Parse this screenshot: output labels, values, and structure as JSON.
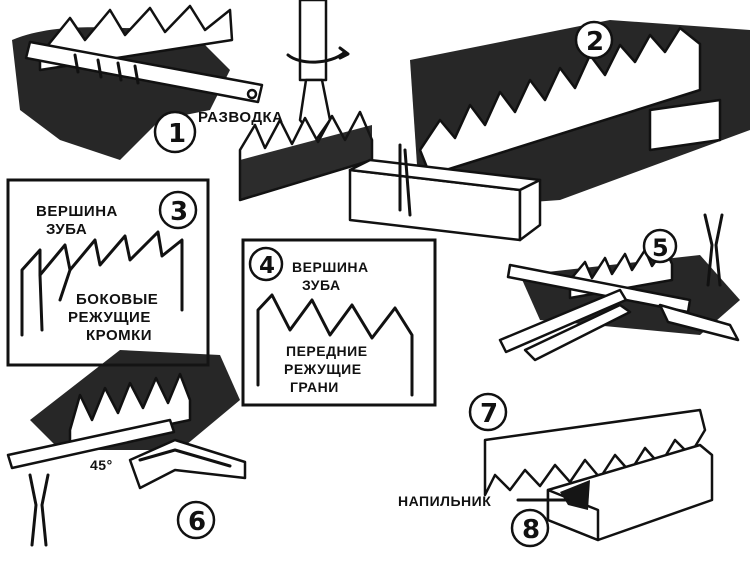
{
  "figure": {
    "labels": {
      "razvodka": "РАЗВОДКА",
      "vershina_1": "ВЕРШИНА",
      "zuba_1": "ЗУБА",
      "bokovye": "БОКОВЫЕ",
      "rezhushchie_1": "РЕЖУЩИЕ",
      "kromki": "КРОМКИ",
      "vershina_2": "ВЕРШИНА",
      "zuba_2": "ЗУБА",
      "perednie": "ПЕРЕДНИЕ",
      "rezhushchie_2": "РЕЖУЩИЕ",
      "grani": "ГРАНИ",
      "angle": "45°",
      "napilnik": "НАПИЛЬНИК"
    },
    "numbers": [
      "1",
      "2",
      "3",
      "4",
      "5",
      "6",
      "7",
      "8"
    ]
  }
}
